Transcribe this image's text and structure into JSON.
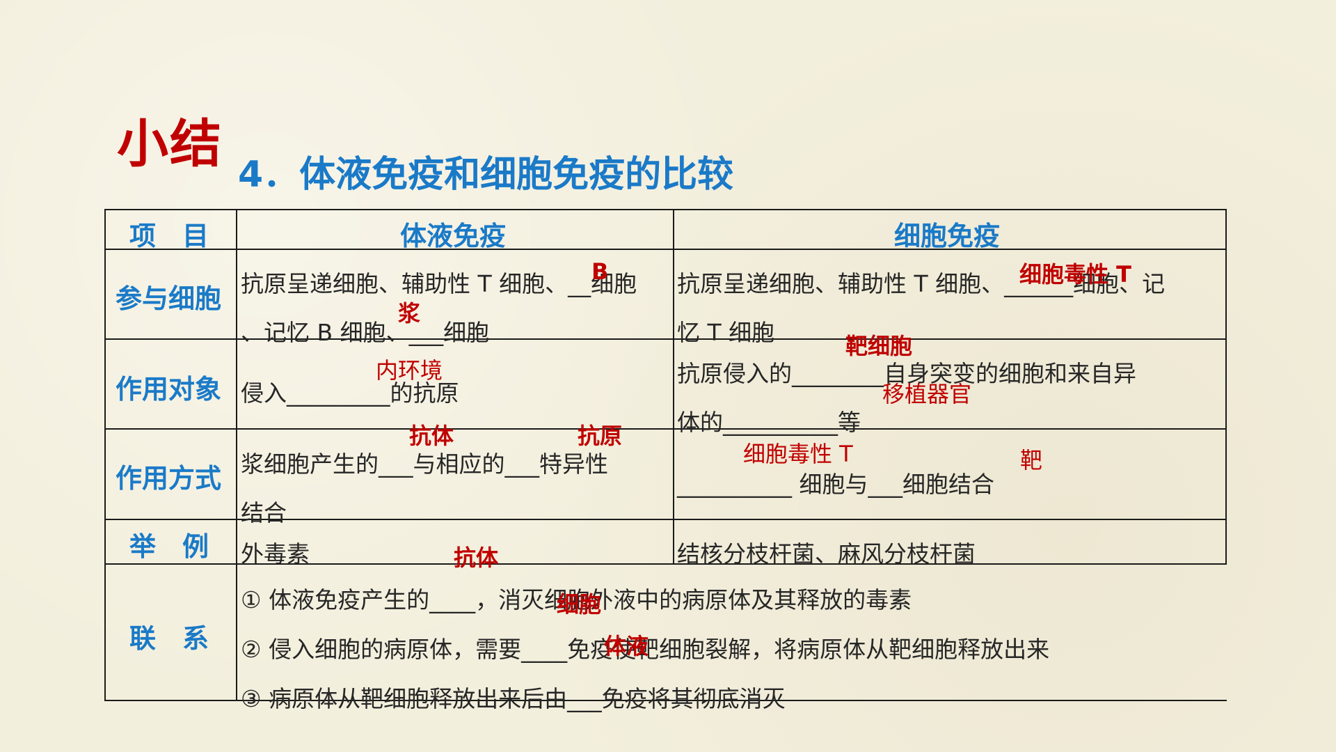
{
  "title": "小结",
  "subtitle": "4．体液免疫和细胞免疫的比较",
  "headers": {
    "item": "项　目",
    "humoral": "体液免疫",
    "cellular": "细胞免疫"
  },
  "rows": {
    "cells": {
      "label": "参与细胞",
      "humoral_line1": "抗原呈递细胞、辅助性 T 细胞、__细胞",
      "humoral_line2": "、记忆 B 细胞、___细胞",
      "cellular_line1": "抗原呈递细胞、辅助性 T 细胞、______细胞、记",
      "cellular_line2": "忆 T 细胞"
    },
    "target": {
      "label": "作用对象",
      "humoral": "侵入_________的抗原",
      "cellular_line1": "抗原侵入的________自身突变的细胞和来自异",
      "cellular_line2": "体的__________等"
    },
    "mode": {
      "label": "作用方式",
      "humoral_line1": "浆细胞产生的___与相应的___特异性",
      "humoral_line2": "结合",
      "cellular": "__________ 细胞与___细胞结合"
    },
    "example": {
      "label": "举　例",
      "humoral": "外毒素",
      "cellular": "结核分枝杆菌、麻风分枝杆菌"
    },
    "relation": {
      "label": "联　系",
      "line1": "① 体液免疫产生的____，消灭细胞外液中的病原体及其释放的毒素",
      "line2": "② 侵入细胞的病原体，需要____免疫使靶细胞裂解，将病原体从靶细胞释放出来",
      "line3": "③ 病原体从靶细胞释放出来后由___免疫将其彻底消灭"
    }
  },
  "answers": {
    "b": "B",
    "plasma": "浆",
    "cytotoxic_t1": "细胞毒性 T",
    "internal_env": "内环境",
    "target_cell": "靶细胞",
    "transplant": "移植器官",
    "antibody1": "抗体",
    "antigen": "抗原",
    "cytotoxic_t2": "细胞毒性 T",
    "target": "靶",
    "antibody2": "抗体",
    "cell": "细胞",
    "humoral": "体液"
  },
  "colors": {
    "title": "#c00000",
    "subtitle": "#1a7ac8",
    "header": "#1a7ac8",
    "answer": "#c00000",
    "text": "#262626",
    "background": "#f3efdd"
  }
}
